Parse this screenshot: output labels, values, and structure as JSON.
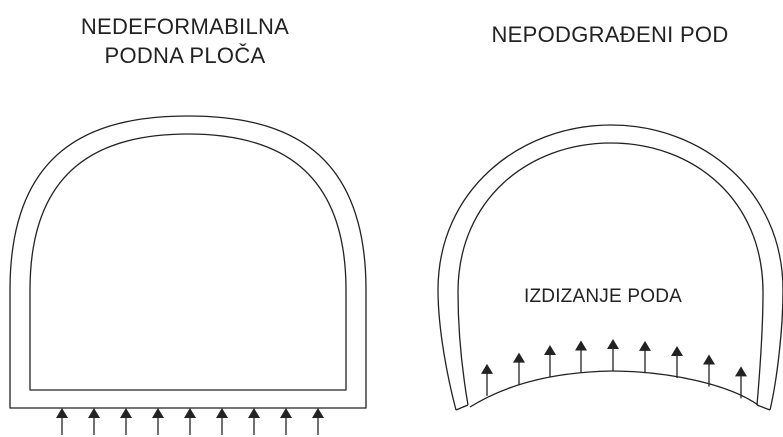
{
  "left_panel": {
    "title_line1": "NEDEFORMABILNA",
    "title_line2": "PODNA PLOČA",
    "arrows": {
      "count": 9,
      "icon": "arrow-up-icon"
    }
  },
  "right_panel": {
    "title": "NEPODGRAĐENI POD",
    "label": "IZDIZANJE PODA",
    "arrows": {
      "count": 9,
      "icon": "arrow-up-icon"
    }
  },
  "colors": {
    "line": "#222222",
    "background": "#ffffff"
  }
}
